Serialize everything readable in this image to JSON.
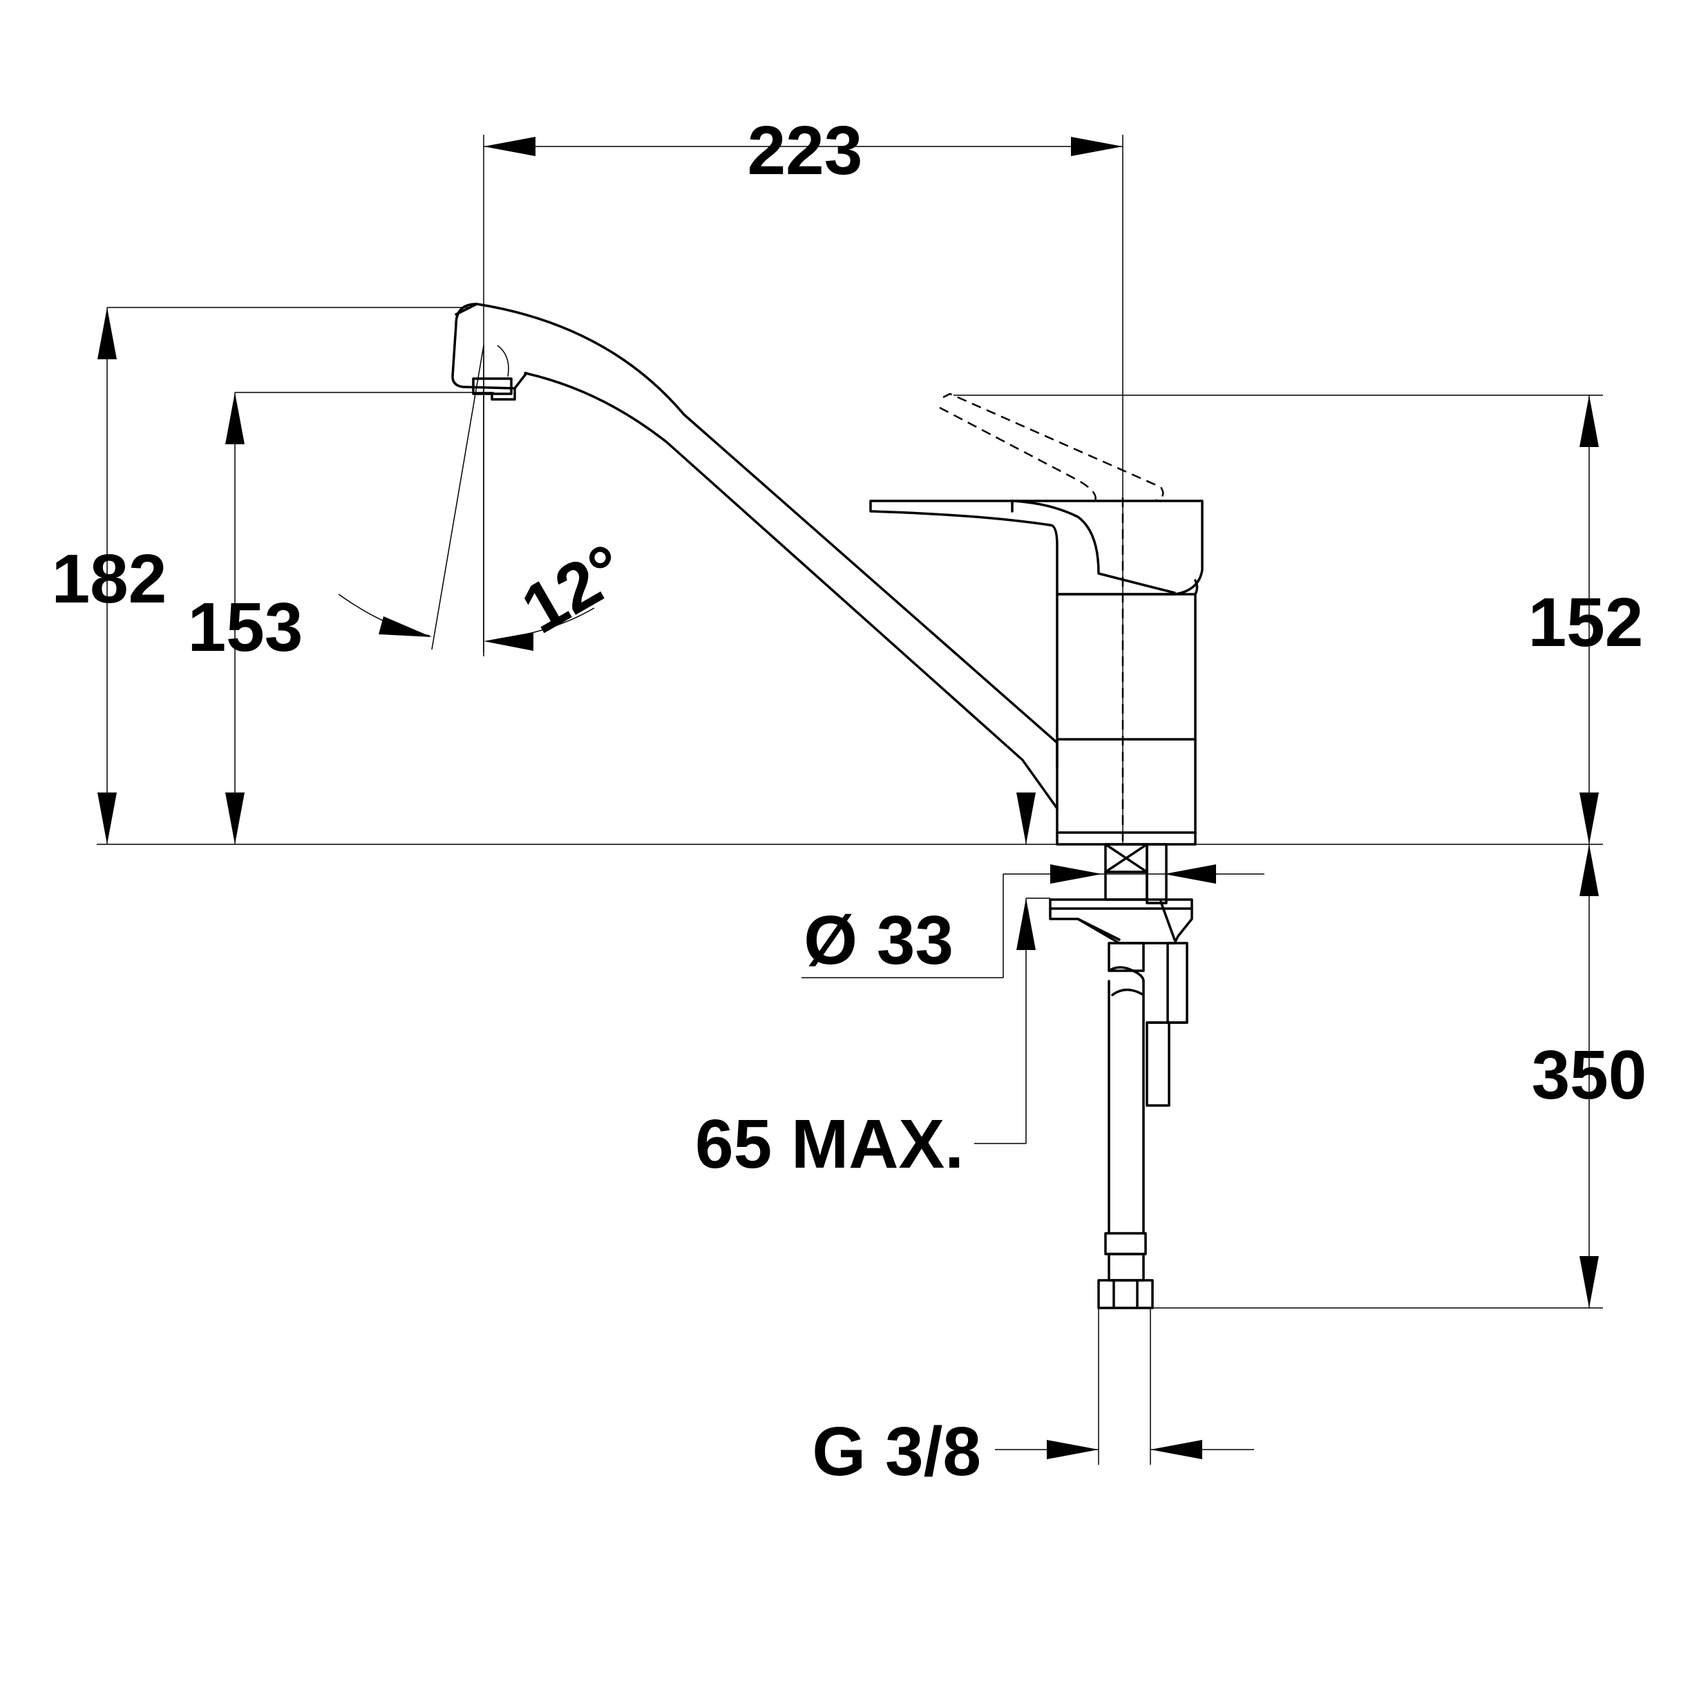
{
  "dimensions": {
    "spout_reach": "223",
    "total_height": "182",
    "spout_height": "153",
    "lever_height": "152",
    "swivel_angle": "12°",
    "mount_diameter": "Ø 33",
    "max_deck_thickness": "65 MAX.",
    "hose_length": "350",
    "connection_thread": "G 3/8"
  }
}
